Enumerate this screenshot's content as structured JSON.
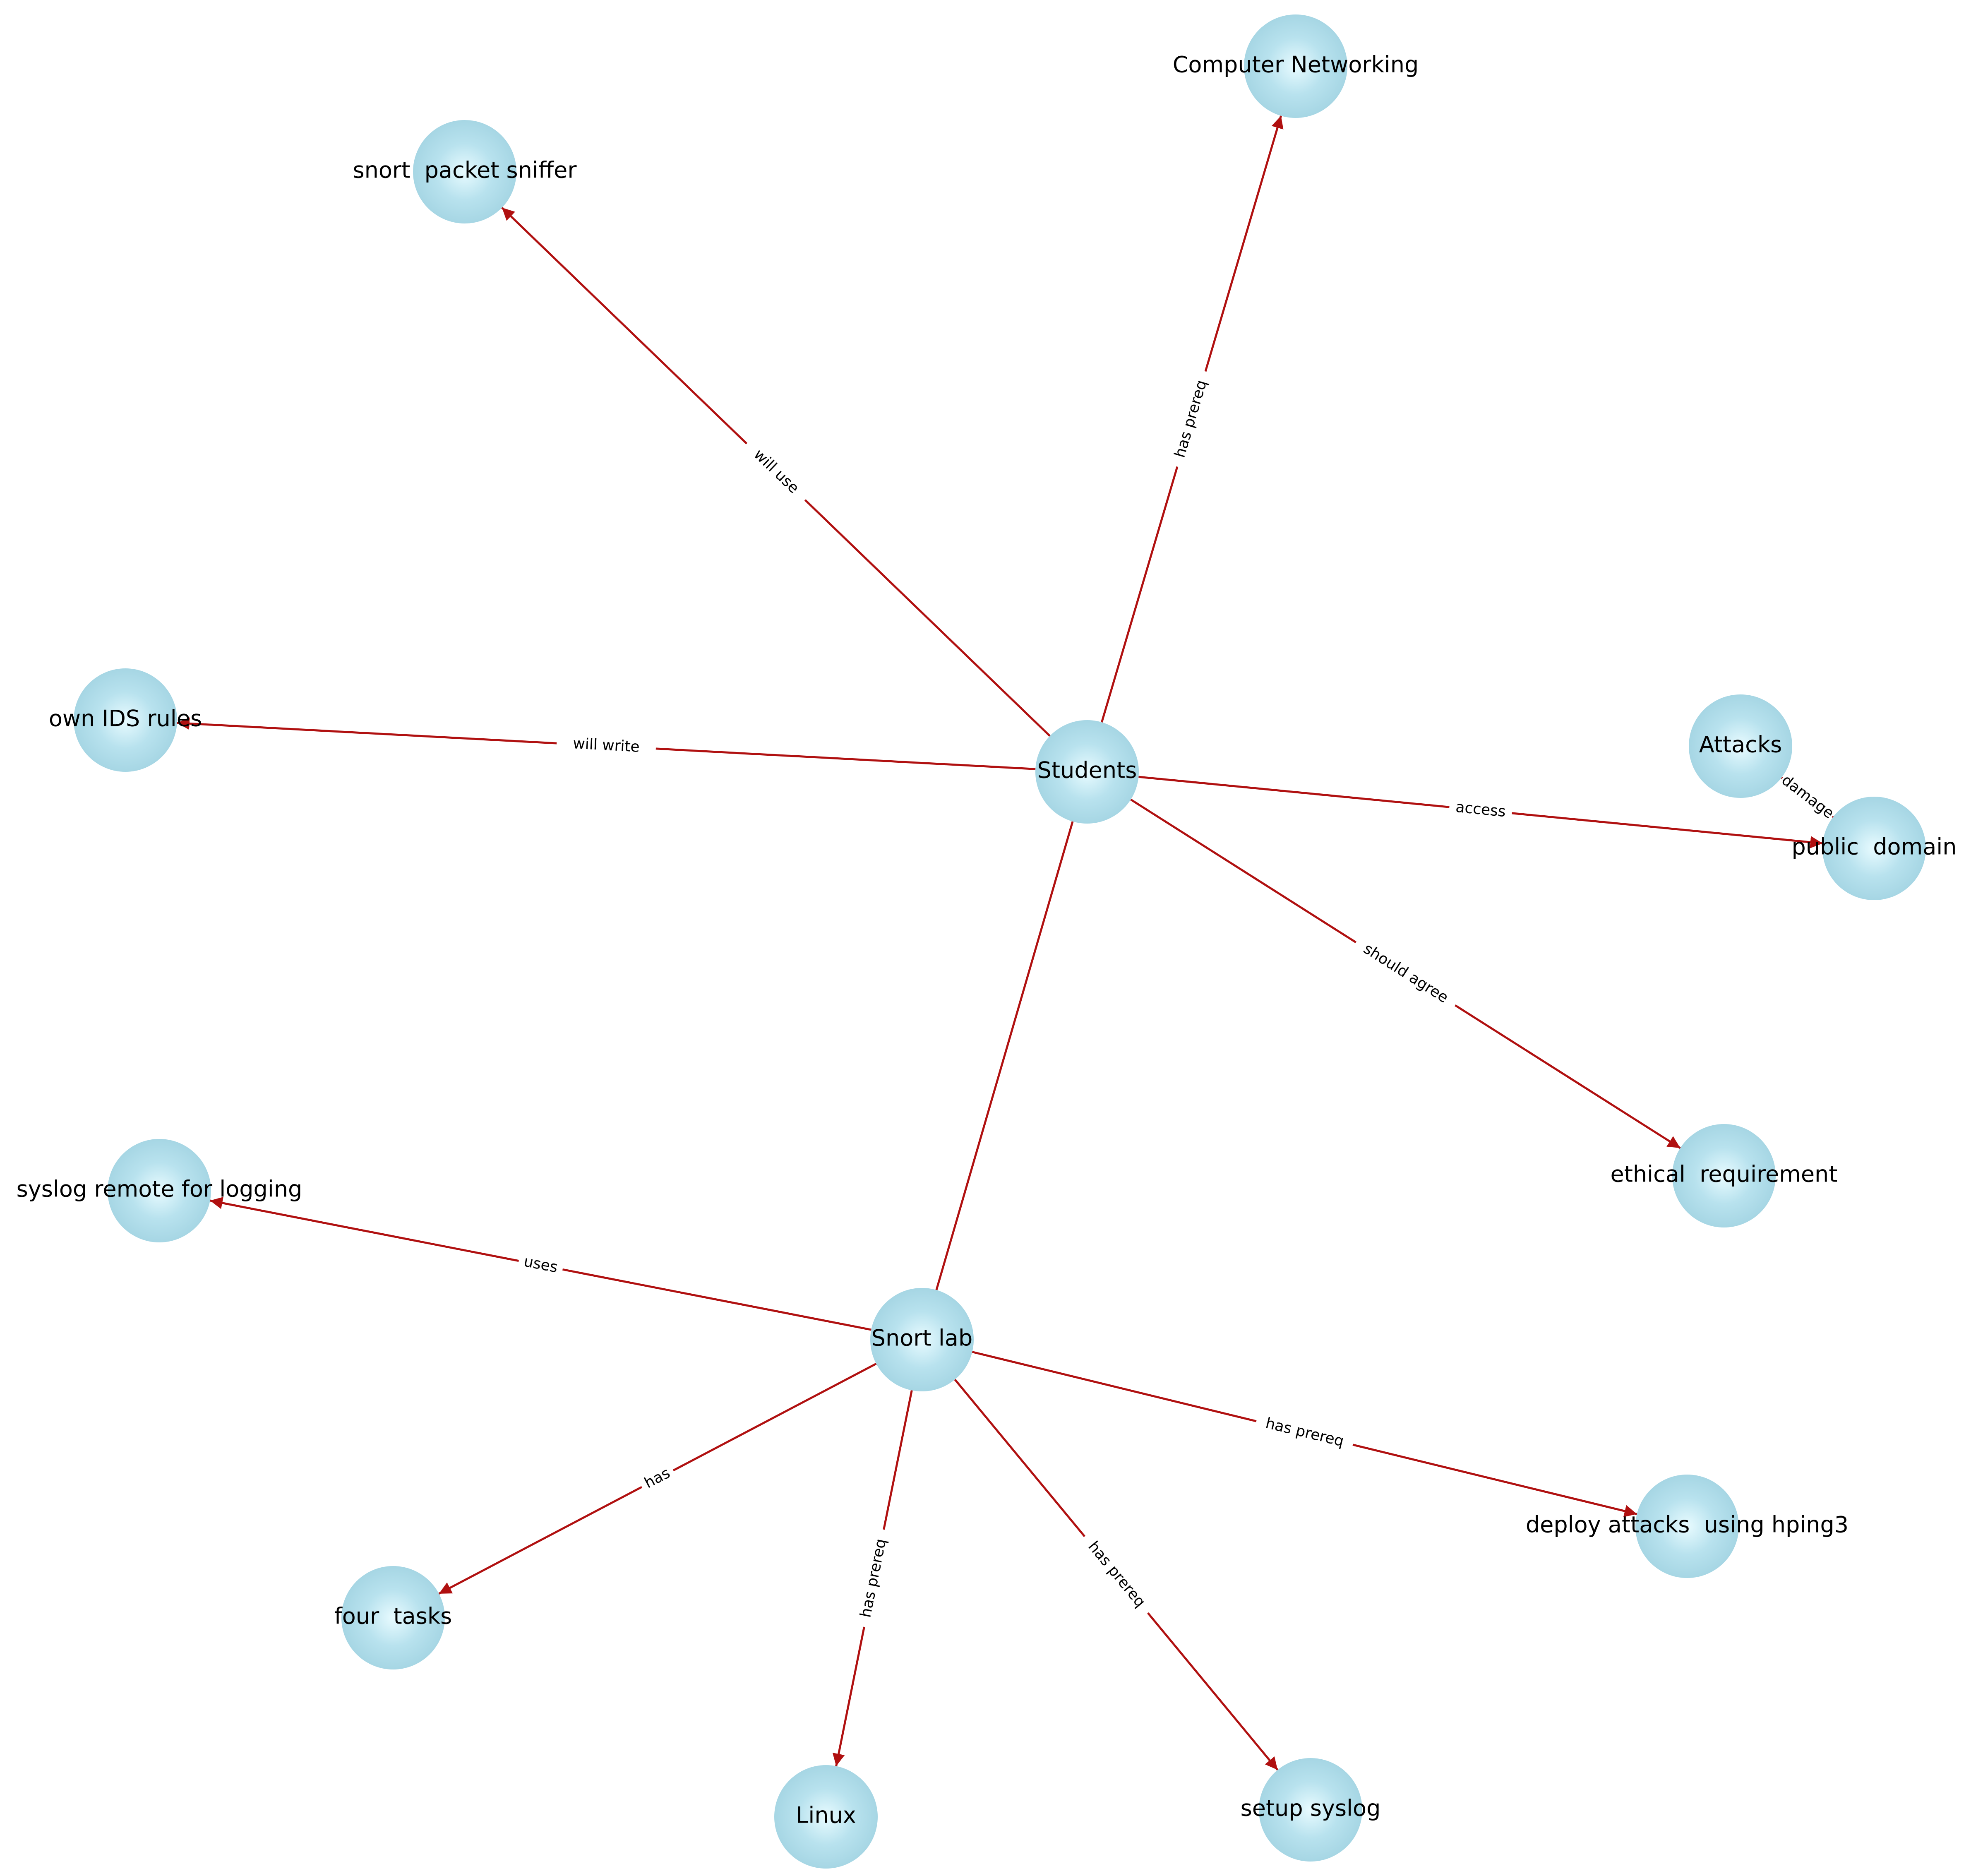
{
  "colors": {
    "edge": "#b01010",
    "node_fill": "#add8e6",
    "node_highlight": "#e8fbff",
    "label": "#000000",
    "background": "#ffffff"
  },
  "nodes": [
    {
      "id": "computer_networking",
      "label": "Computer Networking"
    },
    {
      "id": "snort_packet_sniffer",
      "label": "snort  packet sniffer"
    },
    {
      "id": "own_ids_rules",
      "label": "own IDS rules"
    },
    {
      "id": "students",
      "label": "Students"
    },
    {
      "id": "attacks",
      "label": "Attacks"
    },
    {
      "id": "public_domain",
      "label": "public  domain"
    },
    {
      "id": "ethical_requirement",
      "label": "ethical  requirement"
    },
    {
      "id": "syslog_remote",
      "label": "syslog remote for logging"
    },
    {
      "id": "snort_lab",
      "label": "Snort lab"
    },
    {
      "id": "deploy_attacks",
      "label": "deploy attacks  using hping3"
    },
    {
      "id": "four_tasks",
      "label": "four  tasks"
    },
    {
      "id": "linux",
      "label": "Linux"
    },
    {
      "id": "setup_syslog",
      "label": "setup syslog"
    }
  ],
  "edges": [
    {
      "from": "students",
      "to": "snort_packet_sniffer",
      "label": "will use",
      "arrow": true
    },
    {
      "from": "students",
      "to": "computer_networking",
      "label": "has prereq",
      "arrow": true
    },
    {
      "from": "students",
      "to": "own_ids_rules",
      "label": "will write",
      "arrow": true
    },
    {
      "from": "students",
      "to": "public_domain",
      "label": "access",
      "arrow": true
    },
    {
      "from": "students",
      "to": "ethical_requirement",
      "label": "should agree",
      "arrow": true
    },
    {
      "from": "attacks",
      "to": "public_domain",
      "label": "damage",
      "arrow": false
    },
    {
      "from": "snort_lab",
      "to": "students",
      "label": "",
      "arrow": false
    },
    {
      "from": "snort_lab",
      "to": "syslog_remote",
      "label": "uses",
      "arrow": true
    },
    {
      "from": "snort_lab",
      "to": "deploy_attacks",
      "label": "has prereq",
      "arrow": true
    },
    {
      "from": "snort_lab",
      "to": "four_tasks",
      "label": "has",
      "arrow": true
    },
    {
      "from": "snort_lab",
      "to": "linux",
      "label": "has prereq",
      "arrow": true
    },
    {
      "from": "snort_lab",
      "to": "setup_syslog",
      "label": "has prereq",
      "arrow": true
    }
  ]
}
